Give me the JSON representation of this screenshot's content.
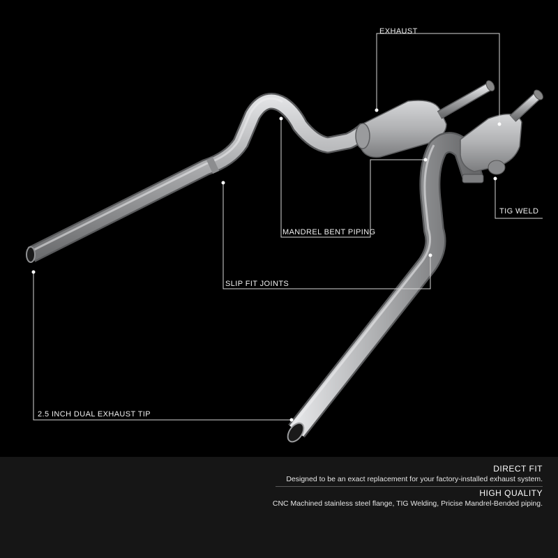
{
  "callouts": {
    "exhaust": "EXHAUST",
    "tig_weld": "TIG WELD",
    "mandrel_bent_piping": "MANDREL BENT PIPING",
    "slip_fit_joints": "SLIP FIT JOINTS",
    "dual_exhaust_tip": "2.5 INCH DUAL EXHAUST TIP"
  },
  "features": [
    {
      "title": "DIRECT FIT",
      "text": "Designed to be an exact replacement for your factory-installed exhaust system."
    },
    {
      "title": "HIGH QUALITY",
      "text": "CNC Machined stainless steel flange, TIG Welding, Pricise Mandrel-Bended piping."
    }
  ],
  "colors": {
    "background": "#000000",
    "pipe": "#a9aaac",
    "callout_line": "#d8d8d8",
    "panel": "#1c1c1c"
  }
}
